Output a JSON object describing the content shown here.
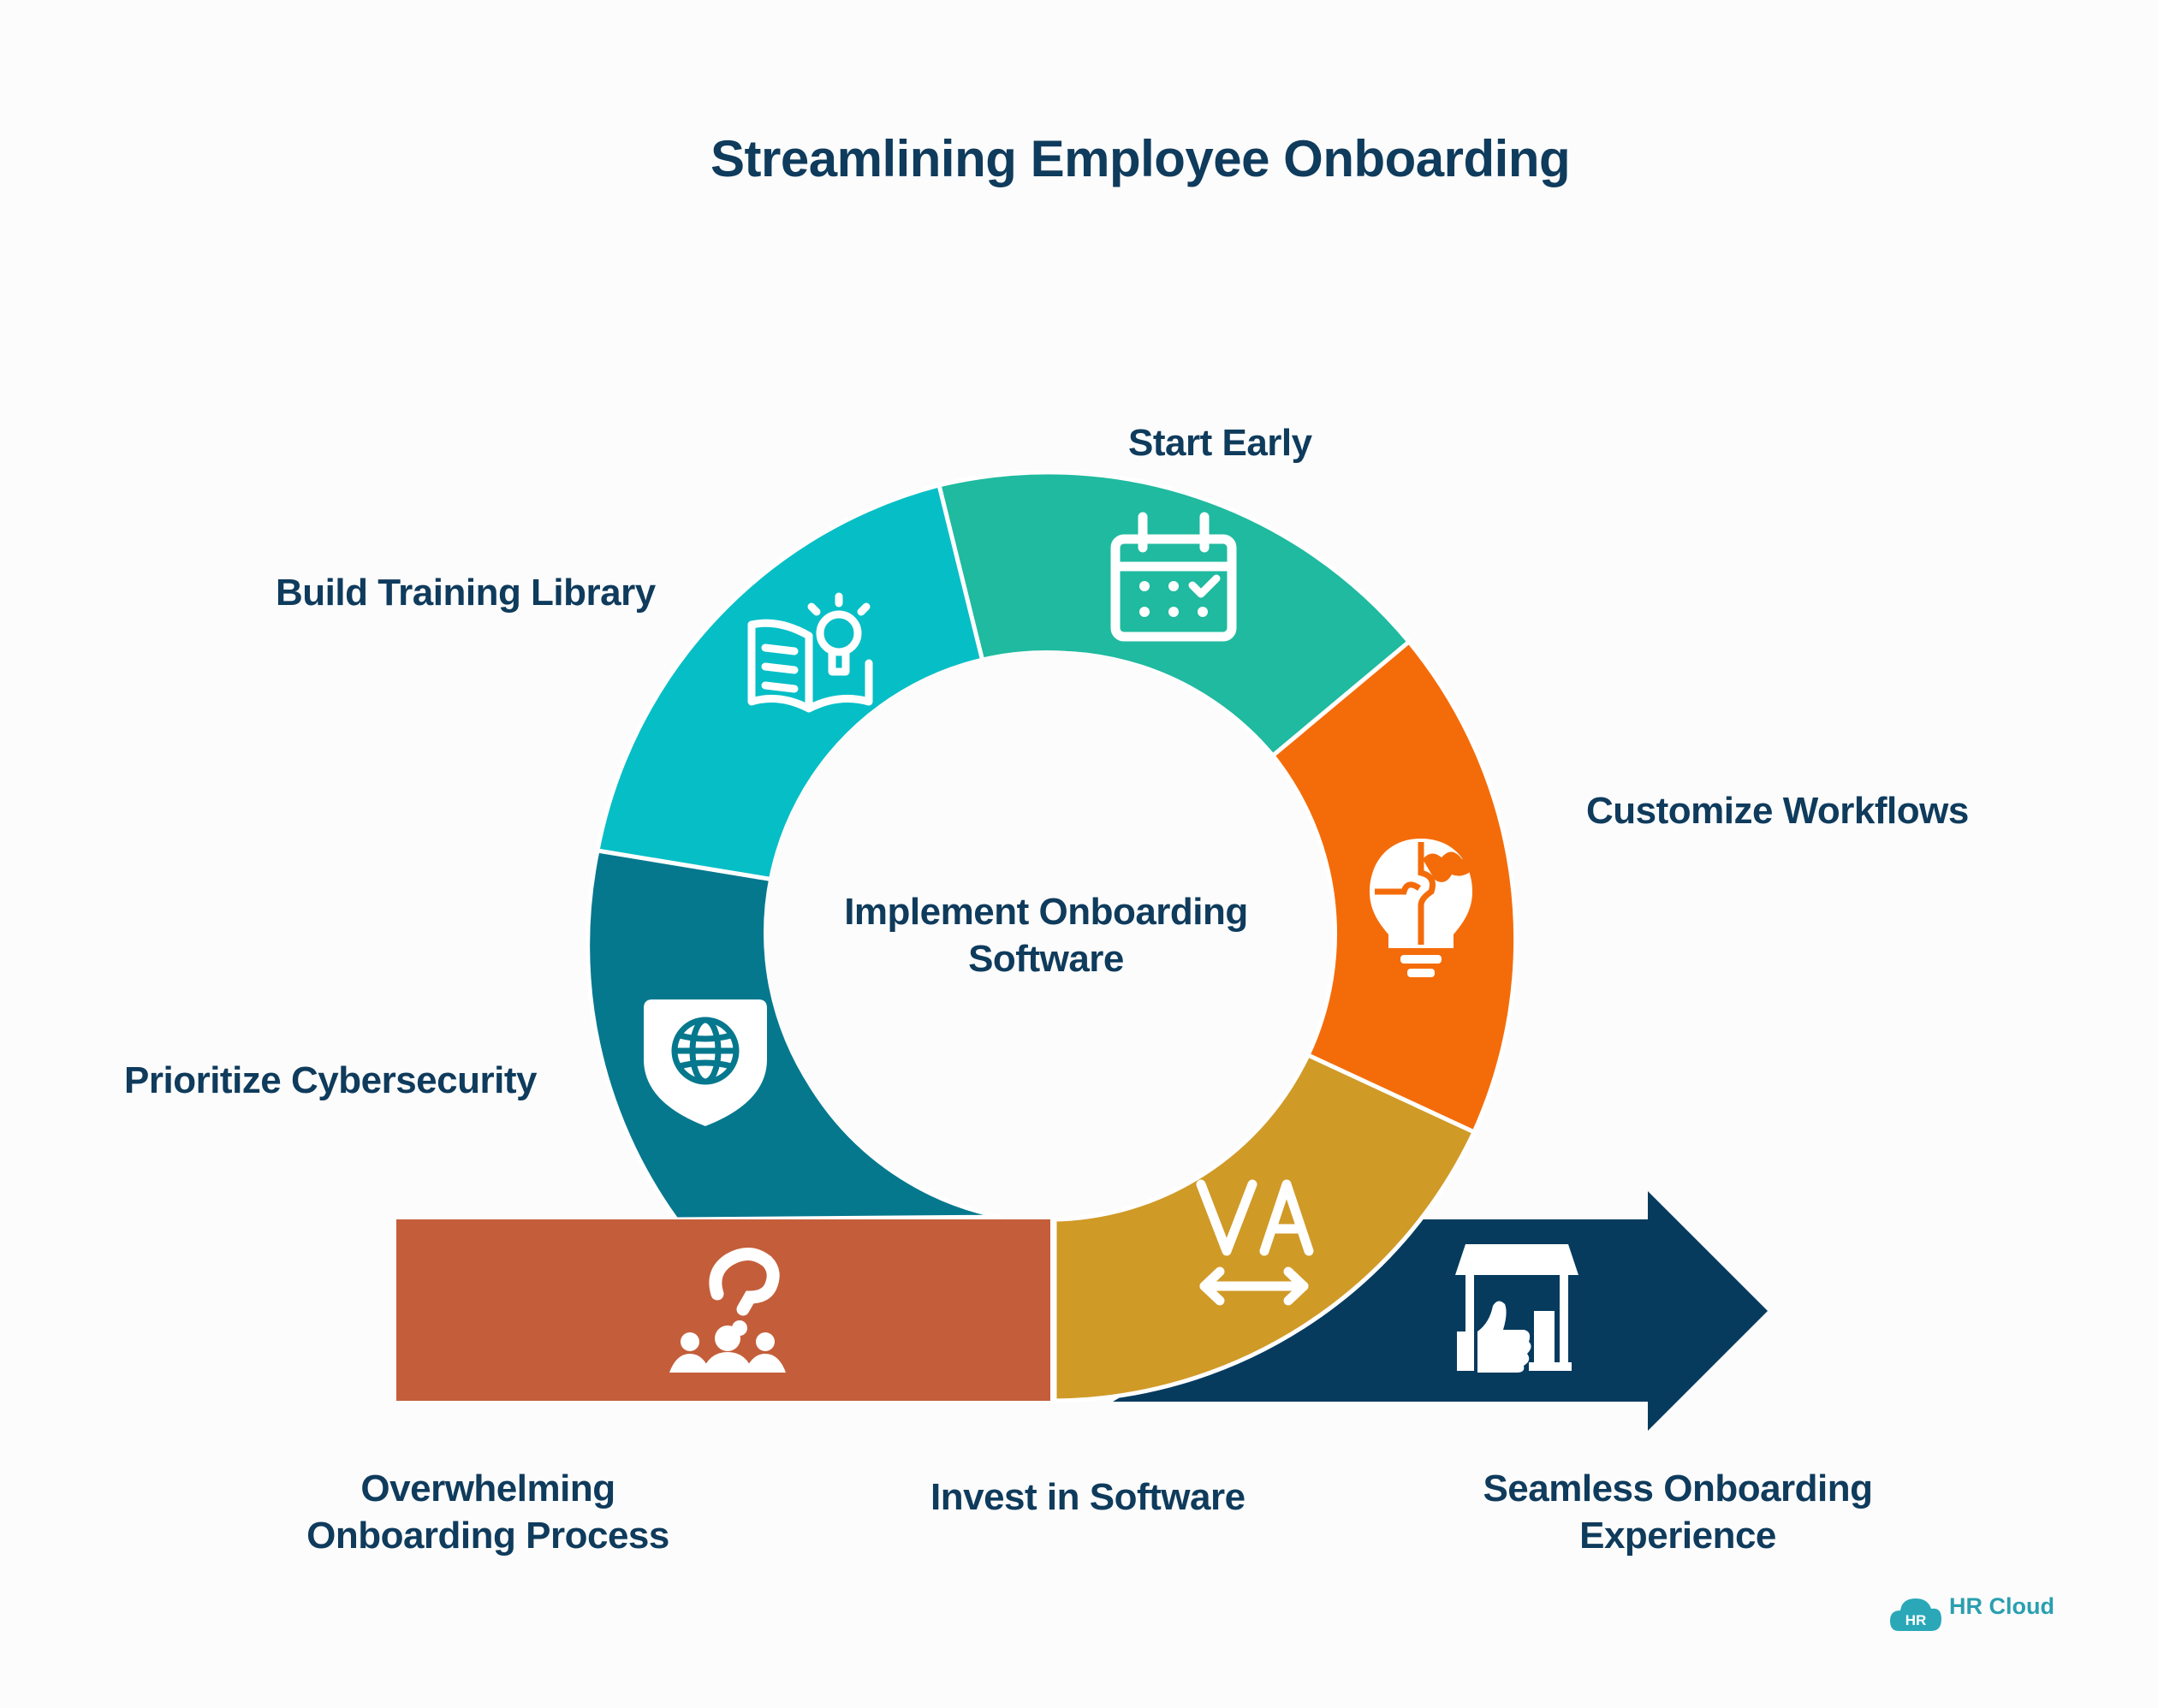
{
  "title": "Streamlining Employee Onboarding",
  "center": {
    "line1": "Implement Onboarding",
    "line2": "Software"
  },
  "segments": [
    {
      "label": "Build Training Library",
      "color": "#06bec6",
      "icon": "book-lightbulb-icon"
    },
    {
      "label": "Start Early",
      "color": "#1fba9f",
      "icon": "calendar-check-icon"
    },
    {
      "label": "Customize Workflows",
      "color": "#f46c0a",
      "icon": "puzzle-lightbulb-icon"
    },
    {
      "label": "Invest in Software",
      "color": "#d09a27",
      "icon": "va-width-icon"
    },
    {
      "label": "Prioritize Cybersecurity",
      "color": "#05788e",
      "icon": "globe-shield-icon"
    }
  ],
  "arrow": {
    "start": {
      "line1": "Overwhelming",
      "line2": "Onboarding Process",
      "color": "#c45e3a",
      "icon": "people-question-icon"
    },
    "end": {
      "line1": "Seamless Onboarding",
      "line2": "Experience",
      "color": "#063b5e",
      "icon": "store-thumbs-up-icon"
    }
  },
  "logo": {
    "badge": "HR",
    "text": "HR Cloud",
    "color": "#2aa8b8"
  }
}
